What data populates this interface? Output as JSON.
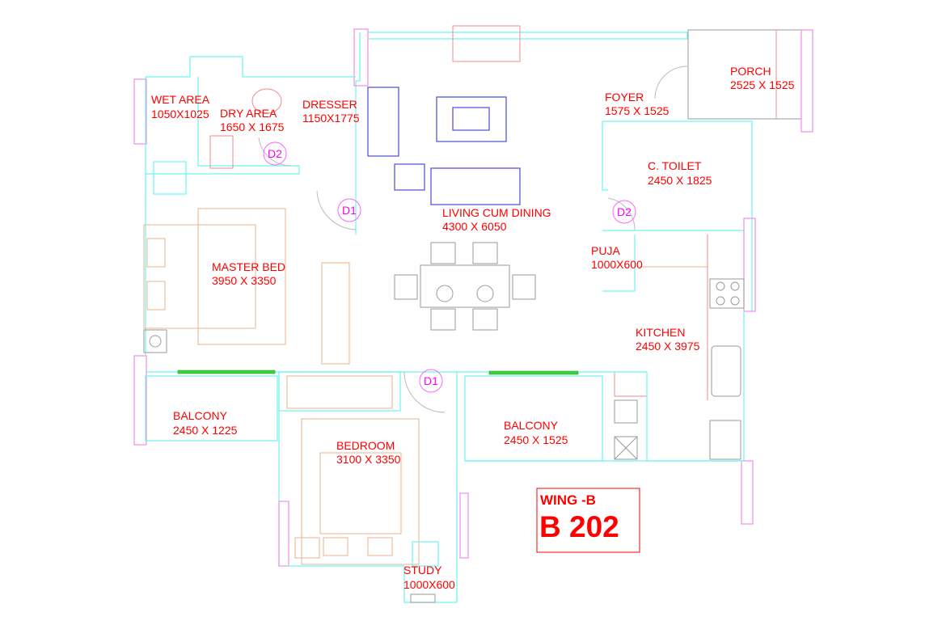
{
  "rooms": {
    "wet_area": {
      "name": "WET AREA",
      "size": "1050X1025"
    },
    "dry_area": {
      "name": "DRY AREA",
      "size": "1650 X 1675"
    },
    "dresser": {
      "name": "DRESSER",
      "size": "1150X1775"
    },
    "foyer": {
      "name": "FOYER",
      "size": "1575 X 1525"
    },
    "porch": {
      "name": "PORCH",
      "size": "2525 X 1525"
    },
    "c_toilet": {
      "name": "C. TOILET",
      "size": "2450 X 1825"
    },
    "living": {
      "name": "LIVING CUM DINING",
      "size": "4300 X 6050"
    },
    "puja": {
      "name": "PUJA",
      "size": "1000X600"
    },
    "master_bed": {
      "name": "MASTER BED",
      "size": "3950 X 3350"
    },
    "kitchen": {
      "name": "KITCHEN",
      "size": "2450 X 3975"
    },
    "balcony_left": {
      "name": "BALCONY",
      "size": "2450 X 1225"
    },
    "bedroom": {
      "name": "BEDROOM",
      "size": "3100 X 3350"
    },
    "balcony_right": {
      "name": "BALCONY",
      "size": "2450 X 1525"
    },
    "study": {
      "name": "STUDY",
      "size": "1000X600"
    }
  },
  "doors": {
    "d1": "D1",
    "d2": "D2"
  },
  "unit_tag": {
    "wing": "WING -B",
    "unit": "B 202"
  },
  "colors": {
    "label": "#ff0000",
    "wall": "#6ff3f3",
    "door_tag": "#ff00ff"
  }
}
